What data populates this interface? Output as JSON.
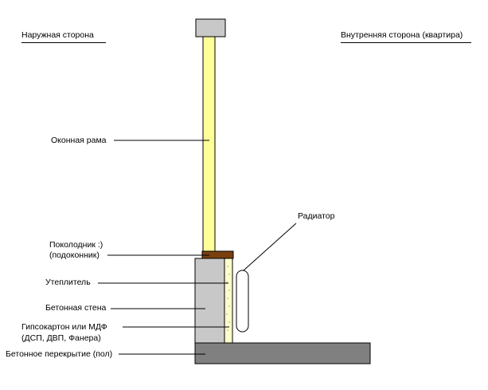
{
  "header": {
    "outer_side": "Наружная сторона",
    "inner_side": "Внутренняя сторона (квартира)"
  },
  "labels": {
    "window_frame": "Оконная рама",
    "radiator": "Радиатор",
    "sill_line1": "Поколодник :)",
    "sill_line2": "(подоконник)",
    "insulation": "Утеплитель",
    "concrete_wall": "Бетонная стена",
    "drywall_line1": "Гипсокартон или МДФ",
    "drywall_line2": "(ДСП, ДВП, Фанера)",
    "floor_slab": "Бетонное перекрытие (пол)"
  },
  "colors": {
    "concrete": "#c8c8c8",
    "floor": "#808080",
    "frame": "#ffff99",
    "sill": "#7a3f10",
    "drywall": "#ffffcc",
    "outline": "#000000"
  }
}
